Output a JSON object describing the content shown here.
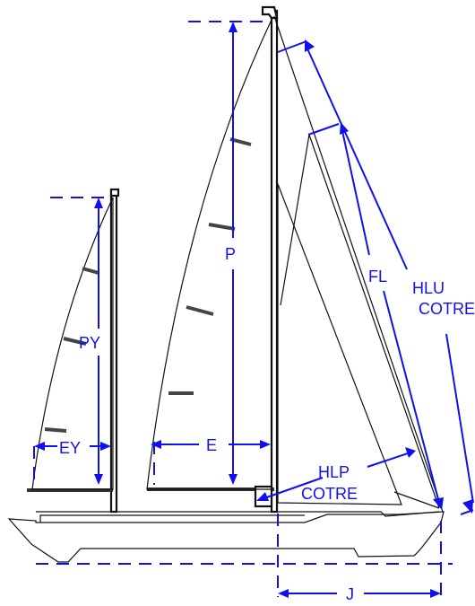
{
  "labels": {
    "p": "P",
    "e": "E",
    "py": "PY",
    "ey": "EY",
    "fl": "FL",
    "hlu_line1": "HLU",
    "hlu_line2": "COTRE",
    "hlp_line1": "HLP",
    "hlp_line2": "COTRE",
    "j": "J"
  },
  "colors": {
    "dimension_lines": "#1010ee",
    "hull_outline": "#111111",
    "background": "#ffffff"
  }
}
